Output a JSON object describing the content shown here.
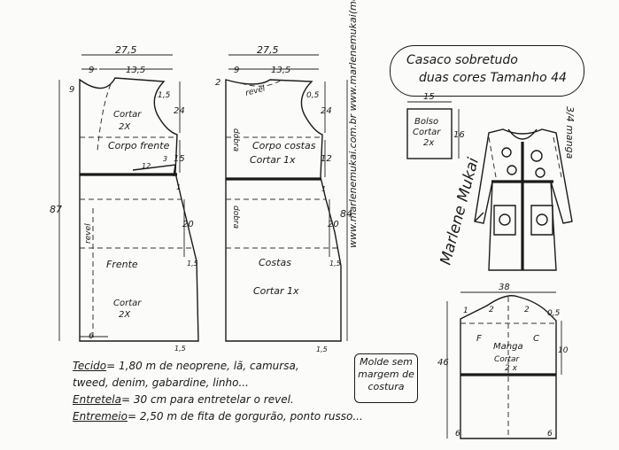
{
  "title": {
    "line1": "Casaco sobretudo",
    "line2": "duas cores Tamanho 44"
  },
  "website": "www.marlenemukai.com.br   www.marlenemukai(molde infantil).com.br",
  "signature": "Marlene Mukai",
  "front_piece": {
    "top_width": "27,5",
    "shoulder_left": "9",
    "shoulder_right": "13,5",
    "neck_depth": "9",
    "armhole_side": "1,5",
    "height_top": "24",
    "height_mid": "15",
    "height_hip": "20",
    "total_height": "87",
    "waist_extra": "1",
    "hem_left": "6",
    "hem_right": "1,5",
    "side_out": "1,5",
    "label_cut_top": "Cortar",
    "label_cut_top_qty": "2X",
    "label_body": "Corpo frente",
    "label_front": "Frente",
    "label_cut_bottom": "Cortar",
    "label_cut_bottom_qty": "2X",
    "dart_a": "3",
    "dart_b": "12",
    "revel_label": "revel"
  },
  "back_piece": {
    "top_width": "27,5",
    "shoulder_left": "9",
    "shoulder_right": "13,5",
    "neck_depth": "2",
    "armhole_side": "0,5",
    "height_top": "24",
    "height_mid": "12",
    "height_hip": "20",
    "total_height": "84",
    "waist_extra": "1",
    "side_out": "1,5",
    "hem_right": "1,5",
    "label_body": "Corpo costas",
    "label_body_cut": "Cortar 1x",
    "label_back": "Costas",
    "label_back_cut": "Cortar 1x",
    "revel_label": "revel",
    "fold_label": "dobra"
  },
  "pocket": {
    "width": "15",
    "height": "16",
    "label1": "Bolso",
    "label2": "Cortar",
    "label3": "2x"
  },
  "sleeve_spec": "3/4 manga",
  "sleeve": {
    "width": "38",
    "cap_left": "1",
    "cap_mid": "2",
    "cap_mid_right": "2",
    "cap_right": "0,5",
    "height": "46",
    "upper": "10",
    "hem_left": "6",
    "hem_right": "6",
    "front_mark": "F",
    "back_mark": "C",
    "label1": "Manga",
    "label2": "Cortar",
    "label3": "2 x"
  },
  "notes": {
    "fabric_label": "Tecido",
    "fabric_text": "= 1,80 m de neoprene, lã, camursa,",
    "fabric_text2": "tweed, denim, gabardine, linho...",
    "interfacing_label": "Entretela",
    "interfacing_text": "= 30 cm para entretelar o revel.",
    "trim_label": "Entremeio",
    "trim_text": "= 2,50 m de fita de gorgurão, ponto russo..."
  },
  "molde_note": {
    "line1": "Molde sem",
    "line2": "margem de",
    "line3": "costura"
  }
}
